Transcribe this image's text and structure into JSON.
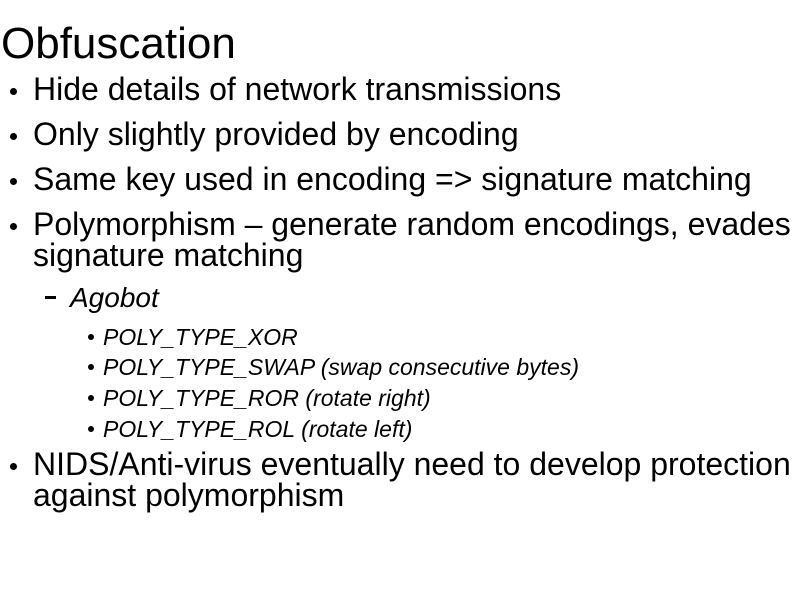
{
  "slide": {
    "title": "Obfuscation",
    "bullets": [
      {
        "level": 1,
        "lines": [
          "Hide details of network transmissions"
        ]
      },
      {
        "level": 1,
        "lines": [
          "Only slightly provided by encoding"
        ]
      },
      {
        "level": 1,
        "lines": [
          "Same key used in encoding => signature matching"
        ]
      },
      {
        "level": 1,
        "lines": [
          "Polymorphism – generate random encodings, evades",
          "signature matching"
        ]
      },
      {
        "level": 2,
        "lines": [
          "Agobot"
        ]
      },
      {
        "level": 3,
        "lines": [
          "POLY_TYPE_XOR"
        ]
      },
      {
        "level": 3,
        "lines": [
          "POLY_TYPE_SWAP (swap consecutive bytes)"
        ]
      },
      {
        "level": 3,
        "lines": [
          "POLY_TYPE_ROR (rotate right)"
        ]
      },
      {
        "level": 3,
        "lines": [
          "POLY_TYPE_ROL (rotate left)"
        ]
      },
      {
        "level": 1,
        "lines": [
          "NIDS/Anti-virus eventually need to develop protection",
          "against polymorphism"
        ]
      }
    ],
    "colors": {
      "background": "#ffffff",
      "text": "#000000",
      "bullet": "#000000"
    }
  }
}
